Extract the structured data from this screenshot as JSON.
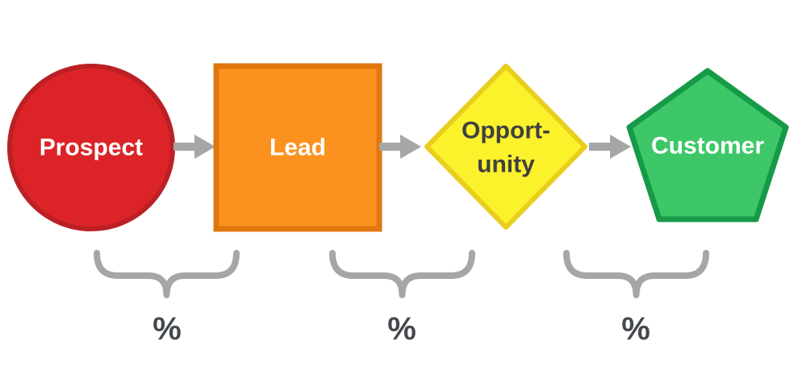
{
  "diagram": {
    "background": "#FFFFFF",
    "stages": [
      {
        "name": "prospect",
        "shape": "circle",
        "label": "Prospect",
        "fill": "#DC2428",
        "border": "#BB2025",
        "label_color": "#FFFFFF"
      },
      {
        "name": "lead",
        "shape": "square",
        "label": "Lead",
        "fill": "#FB921F",
        "border": "#E0770E",
        "label_color": "#FFFFFF"
      },
      {
        "name": "opportunity",
        "shape": "diamond",
        "label_line1": "Opport-",
        "label_line2": "unity",
        "fill": "#FBF22C",
        "border": "#E9CE1D",
        "label_color": "#404040"
      },
      {
        "name": "customer",
        "shape": "pentagon",
        "label": "Customer",
        "fill": "#3EC768",
        "border": "#179A48",
        "label_color": "#FFFFFF"
      }
    ],
    "arrow_color": "#A6A6A6",
    "brace_color": "#A6A6A6",
    "percent_color": "#45494E",
    "percent_labels": [
      "%",
      "%",
      "%"
    ]
  }
}
